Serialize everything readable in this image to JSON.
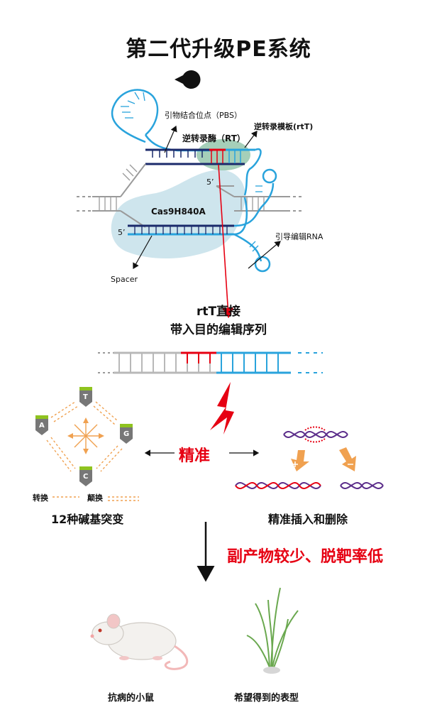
{
  "title": "第二代升级PE系统",
  "top_diagram": {
    "pbs_label": "引物结合位点（PBS）",
    "rt_label": "逆转录酶（RT）",
    "rtt_label": "逆转录模板(rtT)",
    "five_prime_1": "5’",
    "five_prime_2": "5’",
    "cas9_label": "Cas9H840A",
    "pegrna_label": "引导编辑RNA",
    "spacer_label": "Spacer"
  },
  "rtt_caption": {
    "line1": "rtT直接",
    "line2": "带入目的编辑序列"
  },
  "precise_label": "精准",
  "left_panel": {
    "bases": {
      "t": "T",
      "a": "A",
      "g": "G",
      "c": "C"
    },
    "transition_label": "转换",
    "transversion_label": "颠换",
    "caption": "12种碱基突变"
  },
  "right_panel": {
    "caption": "精准插入和删除"
  },
  "outcome": "副产物较少、脱靶率低",
  "bottom": {
    "mouse_caption": "抗病的小鼠",
    "plant_caption": "希望得到的表型"
  },
  "colors": {
    "red": "#e60012",
    "blue": "#29a3dc",
    "navy": "#1b2a6b",
    "gray": "#9a9a9a",
    "orange": "#f0a150",
    "green": "#8fc31f",
    "purple": "#5b2d8a"
  }
}
